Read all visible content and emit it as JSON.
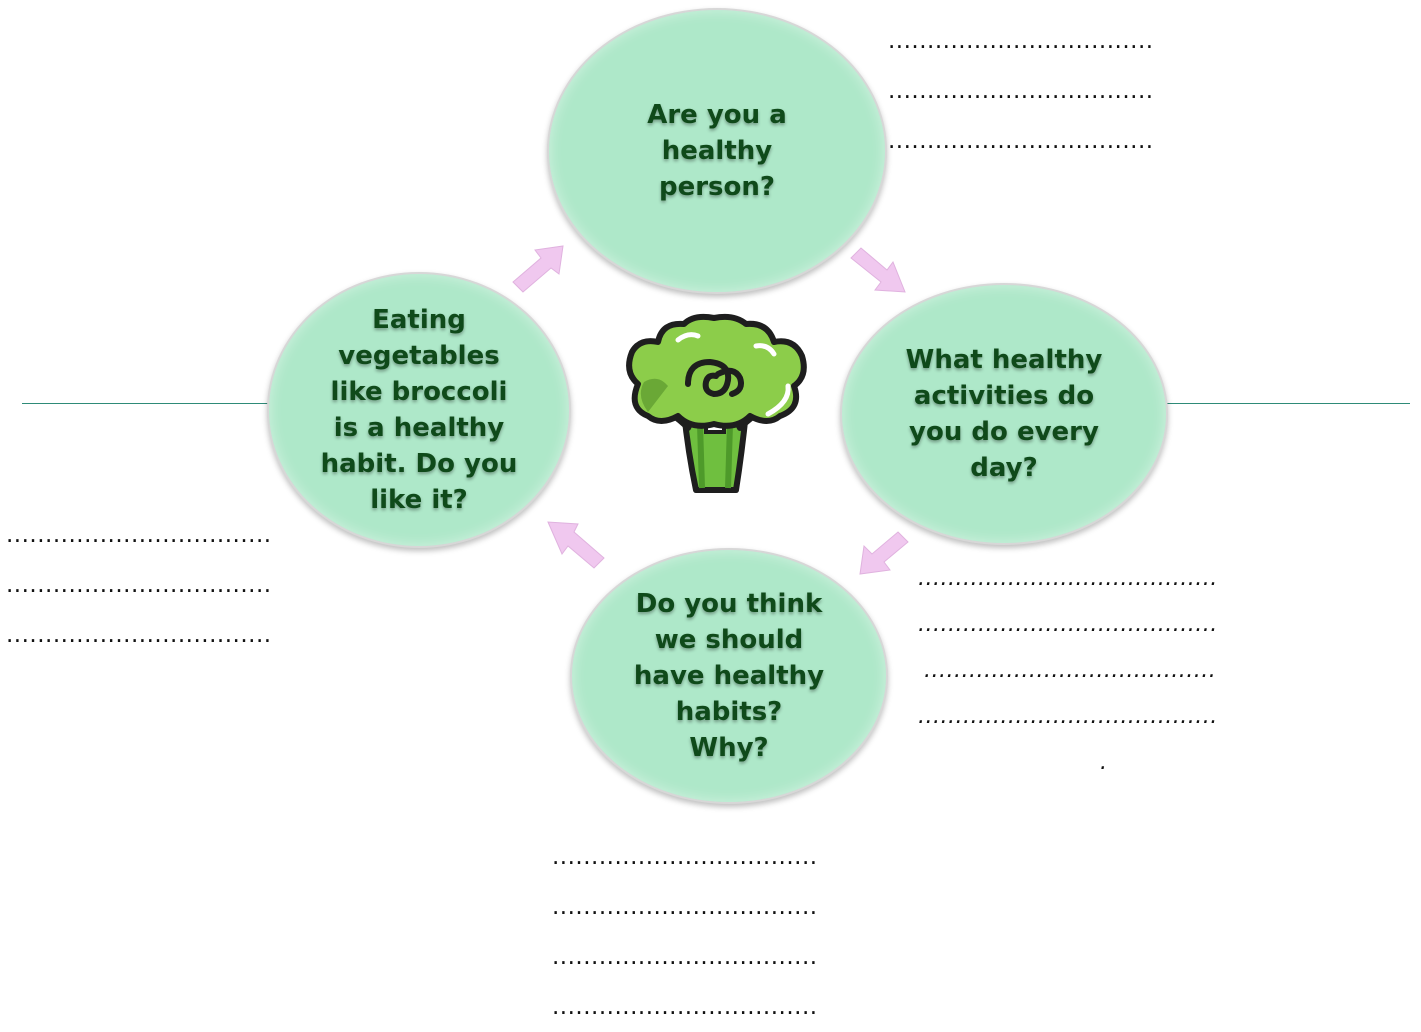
{
  "bubbles": {
    "top": "Are you a\nhealthy\nperson?",
    "right": "What healthy\nactivities do\nyou do every\nday?",
    "bottom": "Do you think\nwe should\nhave healthy\nhabits?\nWhy?",
    "left": "Eating\nvegetables\nlike broccoli\nis a healthy\nhabit. Do you\nlike it?"
  },
  "answer_lines": {
    "top_right": [
      "..................................",
      "..................................",
      ".................................."
    ],
    "left": [
      "..................................",
      "..................................",
      ".................................."
    ],
    "right": [
      "........................................",
      "........................................",
      ".......................................",
      "........................................",
      "."
    ],
    "bottom": [
      "..................................",
      "..................................",
      "..................................",
      ".................................."
    ]
  },
  "colors": {
    "bubble_fill": "#aee8c9",
    "bubble_text": "#0f4a1a",
    "arrow_fill": "#f0c8ef",
    "line": "#2e8b78"
  },
  "icons": [
    "broccoli-icon",
    "arrow-icon"
  ]
}
